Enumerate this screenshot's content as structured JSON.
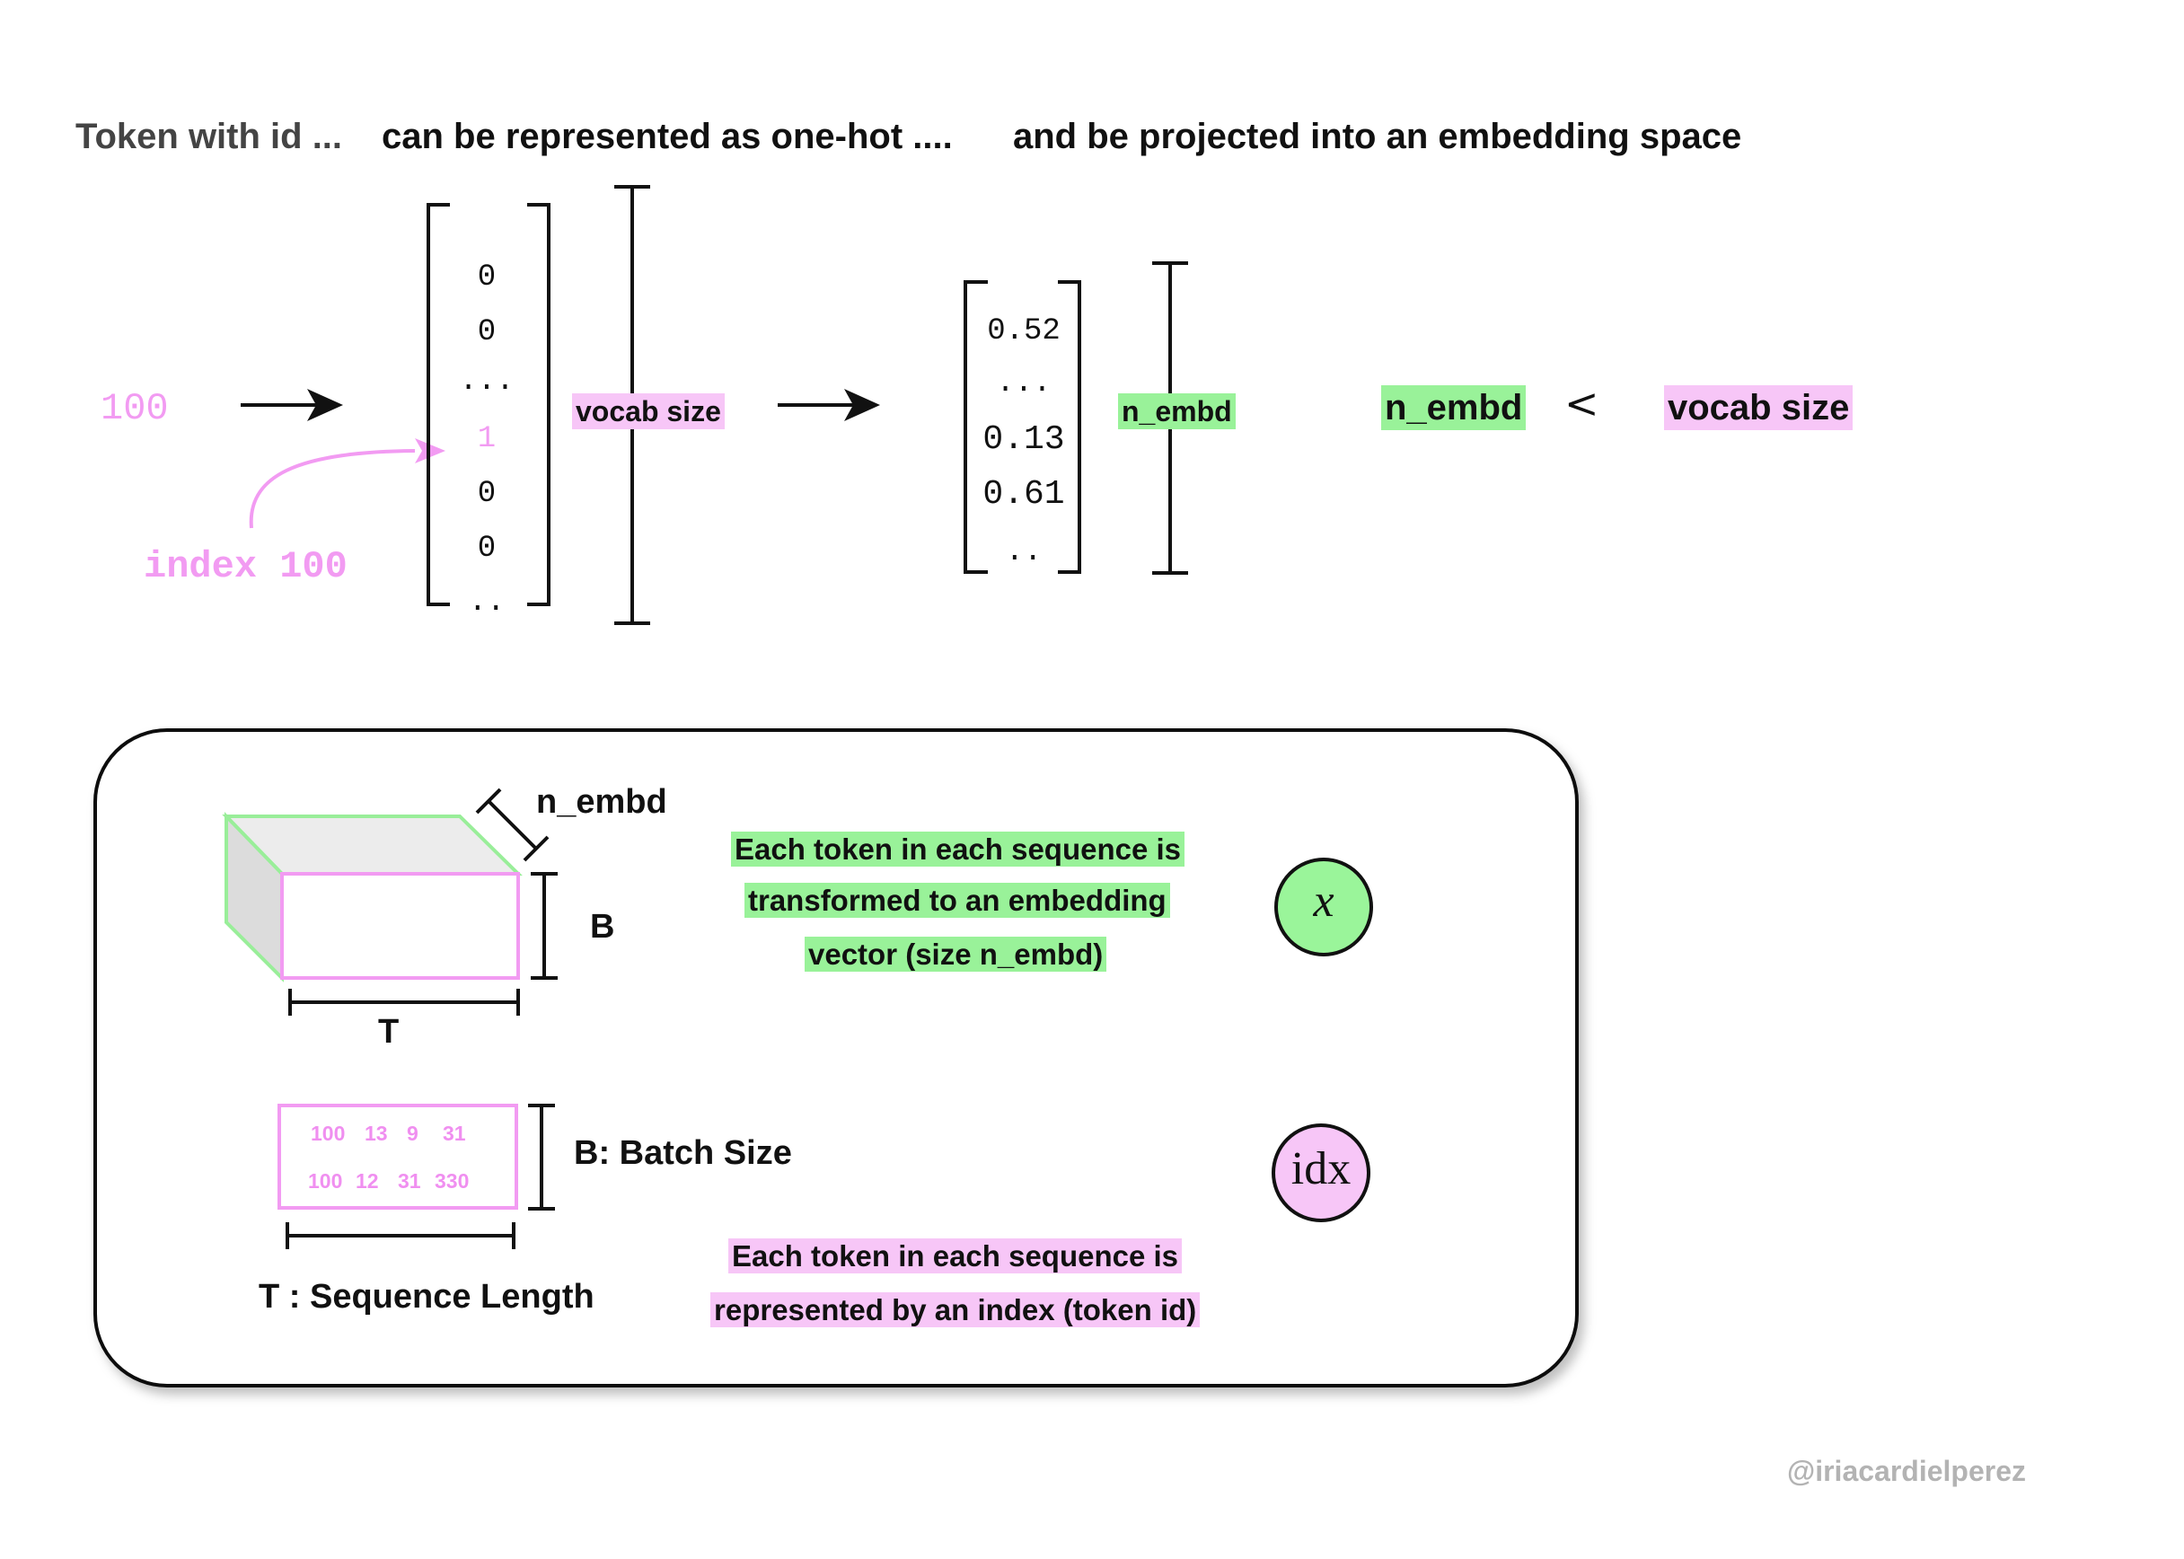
{
  "headers": {
    "token": "Token with id ...",
    "onehot": "can be represented as one-hot ....",
    "embed": "and be projected into an embedding space"
  },
  "token_id": "100",
  "index_label": "index 100",
  "onehot_values": [
    "0",
    "0",
    "...",
    "1",
    "0",
    "0",
    ".."
  ],
  "vocab_size_label": "vocab size",
  "embedding_values": [
    "0.52",
    "...",
    "0.13",
    "0.61",
    ".."
  ],
  "n_embd_label": "n_embd",
  "comparison": {
    "left": "n_embd",
    "operator": "<",
    "right": "vocab size"
  },
  "panel": {
    "tensor_dims": {
      "depth": "n_embd",
      "height": "B",
      "width": "T"
    },
    "x_description": [
      "Each token in each sequence is",
      "transformed to an embedding",
      "vector (size n_embd)"
    ],
    "x_symbol": "x",
    "idx_rows": [
      [
        "100",
        "13",
        "9",
        "31"
      ],
      [
        "100",
        "12",
        "31",
        "330"
      ]
    ],
    "batch_label": "B: Batch Size",
    "sequence_label": "T : Sequence Length",
    "idx_description": [
      "Each token in each sequence is",
      "represented by an index (token id)"
    ],
    "idx_symbol": "idx"
  },
  "watermark": "@iriacardielperez",
  "colors": {
    "pink_text": "#f29bf2",
    "pink_highlight": "#f7c6f7",
    "green_highlight": "#99f299",
    "green_circle": "#9af59a",
    "pink_circle": "#f7c6f7",
    "ink": "#111111",
    "watermark": "#b3b3b3"
  }
}
